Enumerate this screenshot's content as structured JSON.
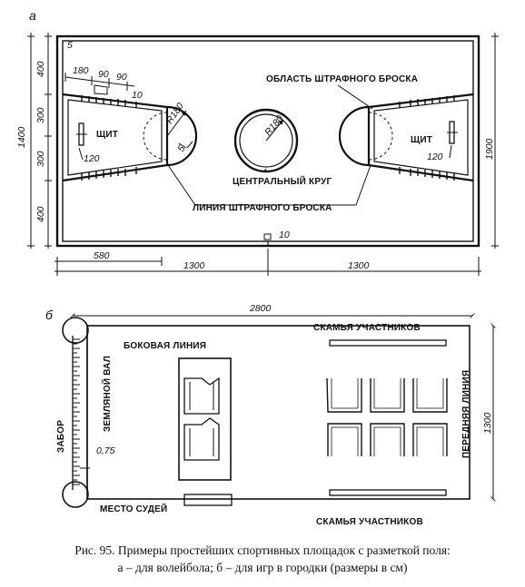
{
  "figure_a": {
    "letter": "а",
    "labels": {
      "free_throw_area": "ОБЛАСТЬ ШТРАФНОГО БРОСКА",
      "shield_left": "ЩИТ",
      "shield_right": "ЩИТ",
      "center_circle": "ЦЕНТРАЛЬНЫЙ КРУГ",
      "free_throw_line": "ЛИНИЯ ШТРАФНОГО БРОСКА"
    },
    "dimensions": {
      "corner": "5",
      "left_top_400": "400",
      "left_300_a": "300",
      "left_300_b": "300",
      "left_400": "400",
      "left_total": "1400",
      "right_total": "1900",
      "top_180": "180",
      "top_90_a": "90",
      "top_90_b": "90",
      "top_10": "10",
      "r_free_throw": "R180",
      "r_center": "R180",
      "small_5": "5",
      "shield_left_120": "120",
      "shield_right_120": "120",
      "bottom_10": "10",
      "bottom_580": "580",
      "bottom_1300_left": "1300",
      "bottom_1300_right": "1300"
    }
  },
  "figure_b": {
    "letter": "б",
    "labels": {
      "participants_bench_top": "СКАМЬЯ УЧАСТНИКОВ",
      "side_line": "БОКОВАЯ ЛИНИЯ",
      "earth_rampart": "ЗЕМЛЯНОЙ ВАЛ",
      "fence": "ЗАБОР",
      "front_line": "ПЕРЕДНЯЯ ЛИНИЯ",
      "judges_place": "МЕСТО СУДЕЙ",
      "participants_bench_bottom": "СКАМЬЯ УЧАСТНИКОВ"
    },
    "dimensions": {
      "total_length": "2800",
      "total_width": "1300",
      "rampart_width": "0,75"
    }
  },
  "caption": {
    "line1": "Рис. 95. Примеры простейших спортивных площадок с разметкой поля:",
    "line2": "а – для волейбола; б – для игр в городки (размеры в см)"
  }
}
